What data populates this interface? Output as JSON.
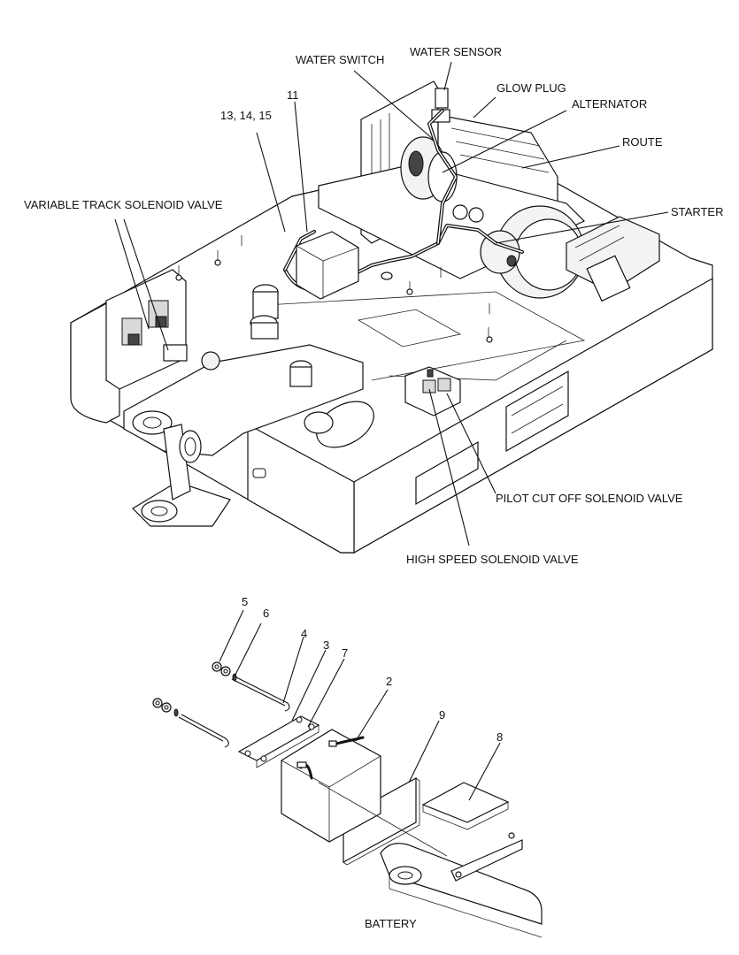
{
  "labels": {
    "water_switch": "WATER SWITCH",
    "water_sensor": "WATER SENSOR",
    "glow_plug": "GLOW PLUG",
    "alternator": "ALTERNATOR",
    "route": "ROUTE",
    "starter": "STARTER",
    "variable_track_solenoid_valve": "VARIABLE TRACK SOLENOID VALVE",
    "pilot_cut_off_solenoid_valve": "PILOT CUT OFF SOLENOID VALVE",
    "high_speed_solenoid_valve": "HIGH SPEED SOLENOID VALVE",
    "battery": "BATTERY"
  },
  "callouts": {
    "c11": "11",
    "c13_14_15": "13, 14, 15",
    "c2": "2",
    "c3": "3",
    "c4": "4",
    "c5": "5",
    "c6": "6",
    "c7": "7",
    "c8": "8",
    "c9": "9"
  }
}
